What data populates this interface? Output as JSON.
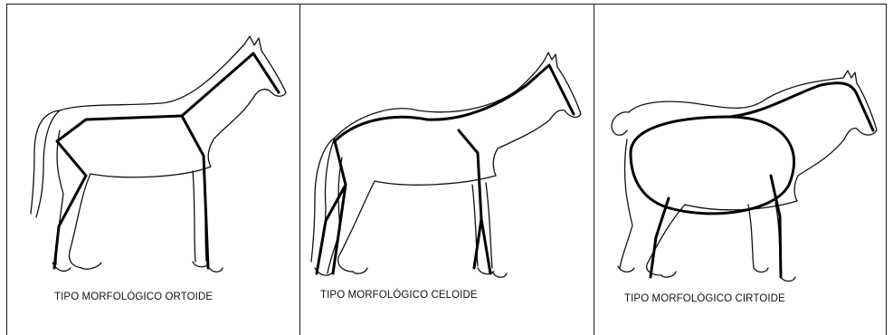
{
  "panels": [
    {
      "caption": "TIPO MORFOLÓGICO ORTOIDE"
    },
    {
      "caption": "TIPO MORFOLÓGICO CELOIDE"
    },
    {
      "caption": "TIPO MORFOLÓGICO CIRTOIDE"
    }
  ],
  "colors": {
    "line": "#111111",
    "background": "#ffffff",
    "border": "#1a1a1a"
  }
}
